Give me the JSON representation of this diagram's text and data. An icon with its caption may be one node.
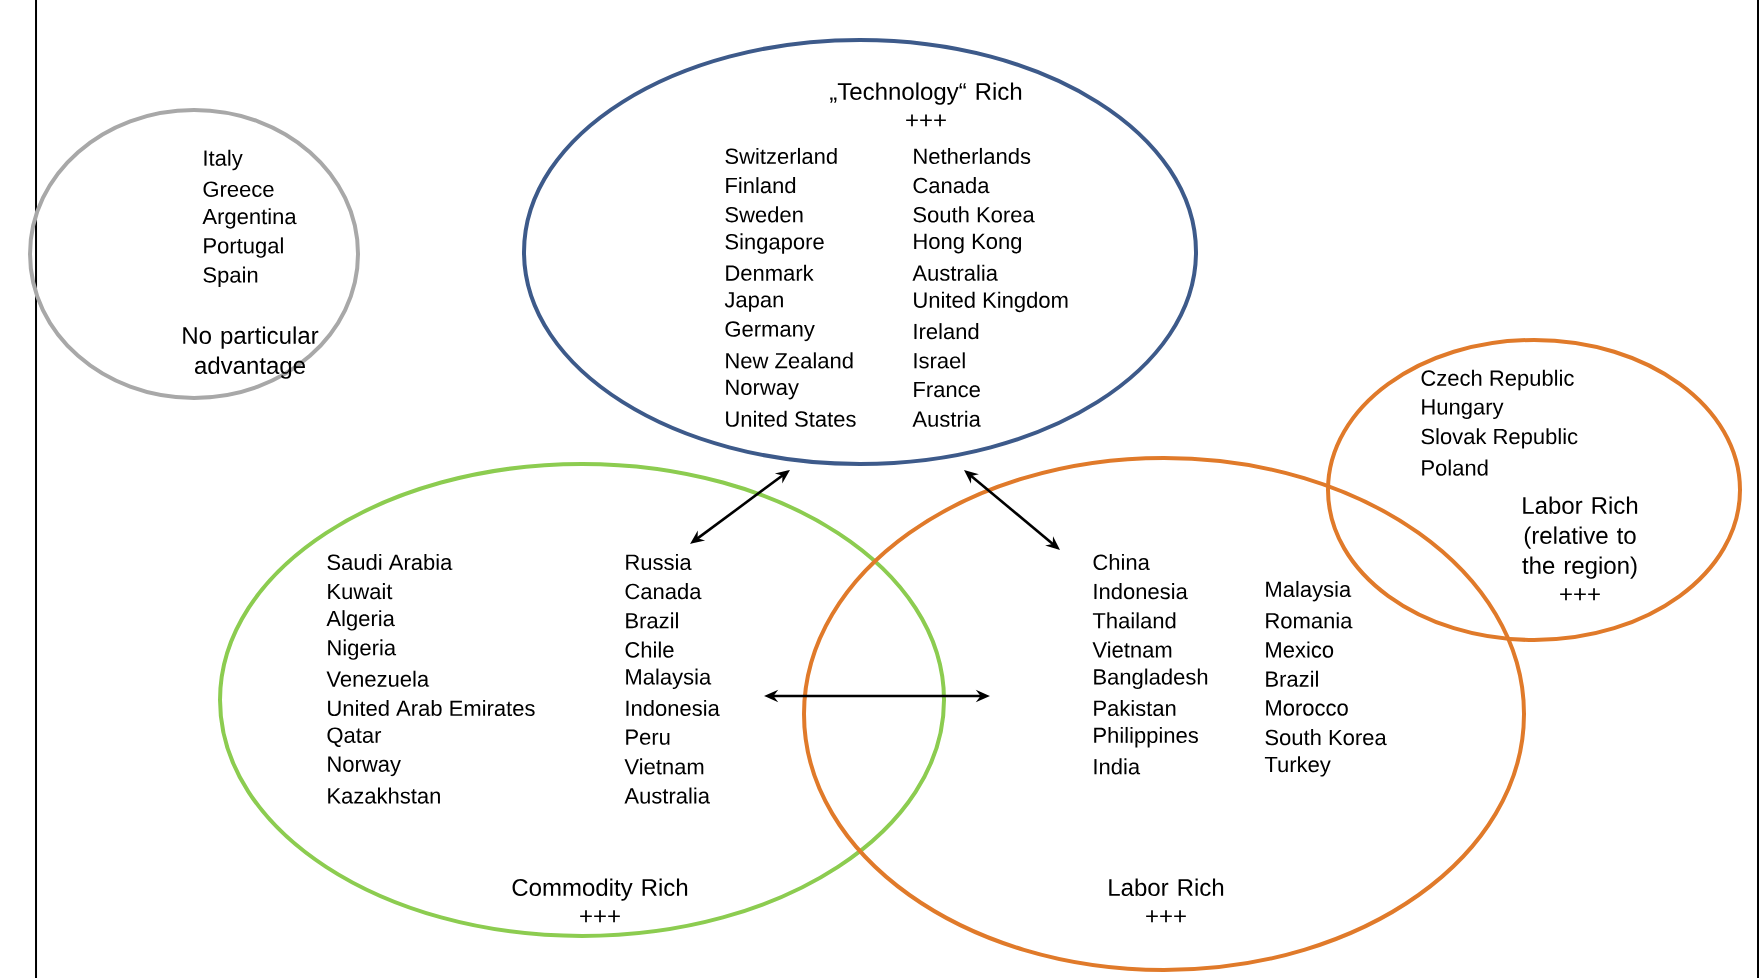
{
  "diagram": {
    "nodes": [
      {
        "text": [
          "Italy",
          "Greece",
          "Argentina",
          "Portugal",
          "Spain",
          "No particular advantage"
        ]
      },
      {
        "text": [
          "„Technology“ Rich",
          "+++",
          "Switzerland",
          "Finland",
          "Sweden",
          "Singapore",
          "Denmark",
          "Japan",
          "Germany",
          "New Zealand",
          "Norway",
          "United States",
          "Netherlands",
          "Canada",
          "South Korea",
          "Hong Kong",
          "Australia",
          "United Kingdom",
          "Ireland",
          "Israel",
          "France",
          "Austria"
        ]
      },
      {
        "text": [
          "Saudi Arabia",
          "Kuwait",
          "Algeria",
          "Nigeria",
          "Venezuela",
          "United Arab Emirates",
          "Qatar",
          "Norway",
          "Kazakhstan",
          "Russia",
          "Canada",
          "Brazil",
          "Chile",
          "Malaysia",
          "Indonesia",
          "Peru",
          "Vietnam",
          "Australia",
          "Commodity Rich",
          "+++"
        ]
      },
      {
        "text": [
          "China",
          "Indonesia",
          "Thailand",
          "Vietnam",
          "Bangladesh",
          "Pakistan",
          "Philippines",
          "India",
          "Malaysia",
          "Romania",
          "Mexico",
          "Brazil",
          "Morocco",
          "South Korea",
          "Turkey",
          "Labor Rich",
          "+++"
        ]
      },
      {
        "text": [
          "Czech Republic",
          "Hungary",
          "Slovak Republic",
          "Poland",
          "Labor Rich (relative to the region)",
          "+++"
        ]
      }
    ],
    "edges": [
      {
        "from": 1,
        "to": 2,
        "arrow": "both"
      },
      {
        "from": 1,
        "to": 3,
        "arrow": "both"
      },
      {
        "from": 2,
        "to": 3,
        "arrow": "both"
      }
    ]
  }
}
